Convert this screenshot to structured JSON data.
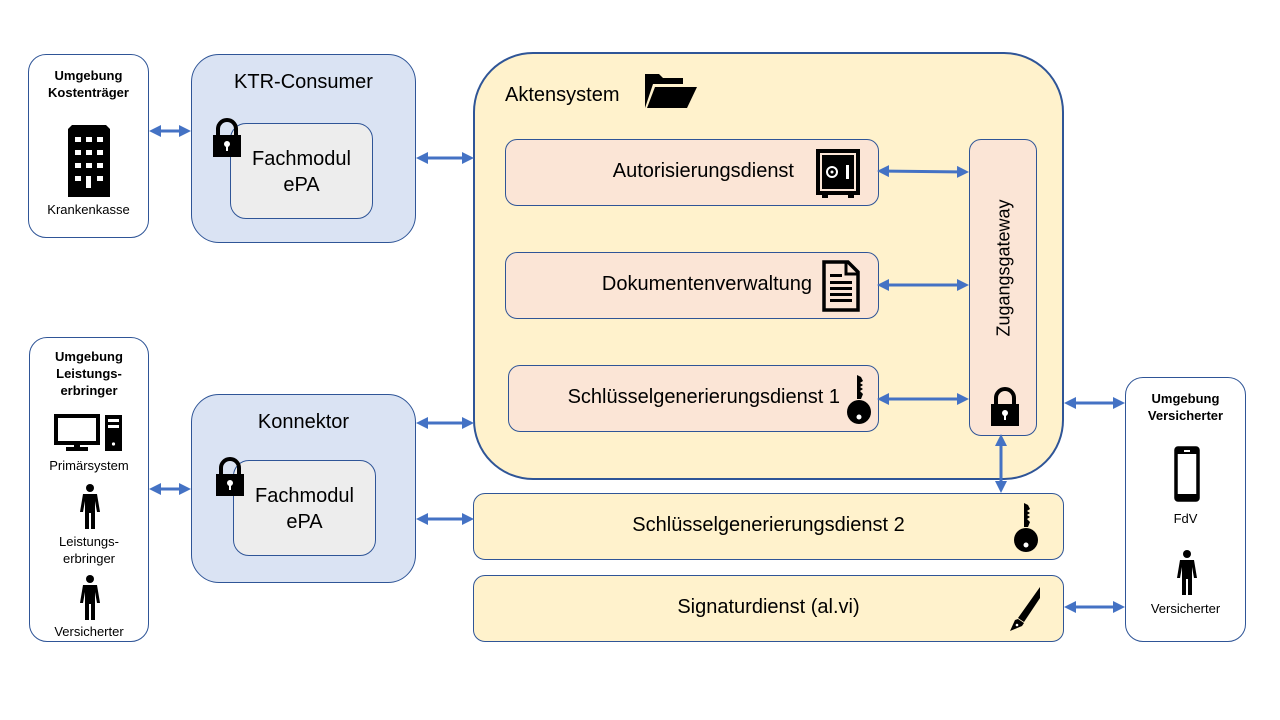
{
  "environments": {
    "kostentraeger": {
      "title_line1": "Umgebung",
      "title_line2": "Kostenträger",
      "label": "Krankenkasse"
    },
    "leistungserbringer": {
      "title_line1": "Umgebung",
      "title_line2": "Leistungs-",
      "title_line3": "erbringer",
      "label_system": "Primärsystem",
      "label_le_line1": "Leistungs-",
      "label_le_line2": "erbringer",
      "label_vers": "Versicherter"
    },
    "versicherter": {
      "title_line1": "Umgebung",
      "title_line2": "Versicherter",
      "label_fdv": "FdV",
      "label_vers": "Versicherter"
    }
  },
  "ktr_consumer": {
    "title": "KTR-Consumer",
    "module_line1": "Fachmodul",
    "module_line2": "ePA"
  },
  "konnektor": {
    "title": "Konnektor",
    "module_line1": "Fachmodul",
    "module_line2": "ePA"
  },
  "aktensystem": {
    "title": "Aktensystem",
    "services": [
      {
        "label": "Autorisierungsdienst",
        "icon": "safe-icon"
      },
      {
        "label": "Dokumentenverwaltung",
        "icon": "document-icon"
      },
      {
        "label": "Schlüsselgenerierungsdienst 1",
        "icon": "key-icon"
      }
    ],
    "gateway": "Zugangsgateway"
  },
  "external_services": [
    {
      "label": "Schlüsselgenerierungsdienst 2",
      "icon": "key-icon"
    },
    {
      "label": "Signaturdienst (al.vi)",
      "icon": "pen-icon"
    }
  ],
  "colors": {
    "border": "#2f5597",
    "arrow": "#4472c4",
    "blue_fill": "#dae3f3",
    "yellow_fill": "#fff2cc",
    "pink_fill": "#fbe5d6",
    "inner_fill": "#ededed"
  }
}
